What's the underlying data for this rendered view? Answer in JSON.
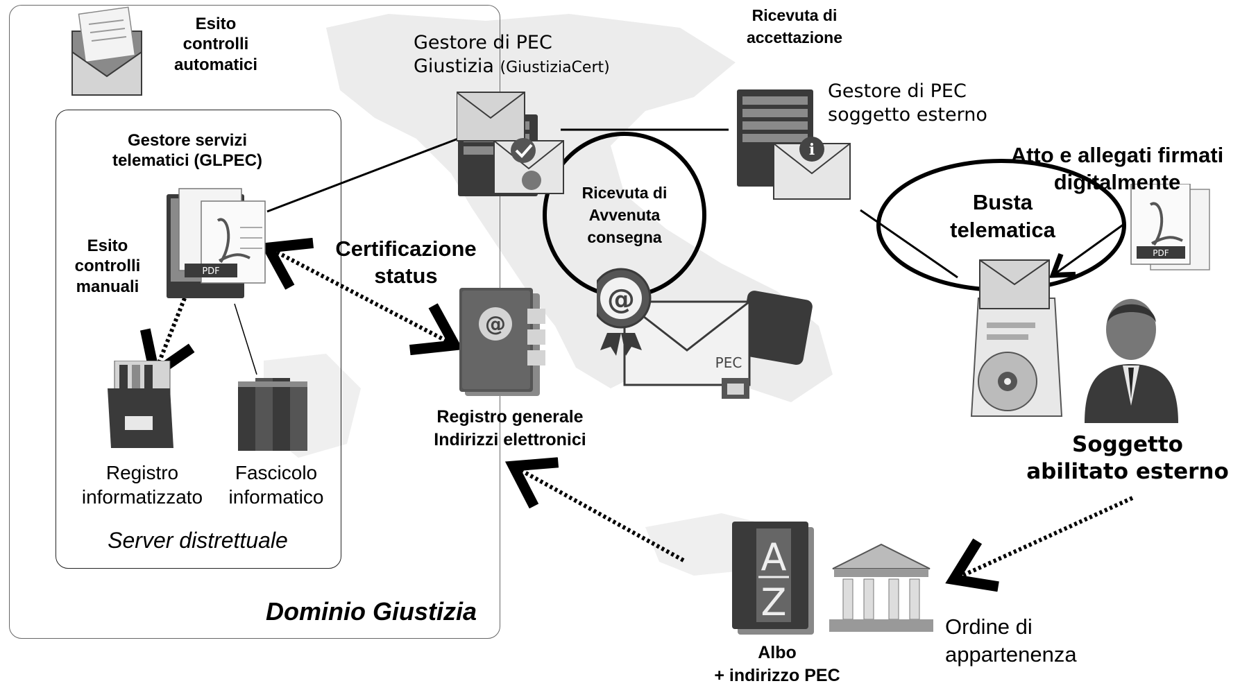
{
  "labels": {
    "esito_automatici": [
      "Esito",
      "controlli",
      "automatici"
    ],
    "gestore_servizi": [
      "Gestore servizi",
      "telematici (GLPEC)"
    ],
    "esito_manuali": [
      "Esito",
      "controlli",
      "manuali"
    ],
    "registro_informatizzato": [
      "Registro",
      "informatizzato"
    ],
    "fascicolo_informatico": [
      "Fascicolo",
      "informatico"
    ],
    "server_distrettuale": "Server distrettuale",
    "dominio_giustizia": "Dominio Giustizia",
    "gestore_pec_giustizia": [
      "Gestore di PEC",
      "Giustizia",
      "(GiustiziaCert)"
    ],
    "certificazione_status": [
      "Certificazione",
      "status"
    ],
    "registro_generale": [
      "Registro generale",
      "Indirizzi elettronici"
    ],
    "ricevuta_accettazione": [
      "Ricevuta di",
      "accettazione"
    ],
    "ricevuta_consegna": [
      "Ricevuta di",
      "Avvenuta",
      "consegna"
    ],
    "gestore_pec_esterno": [
      "Gestore di PEC",
      "soggetto esterno"
    ],
    "atto_allegati": [
      "Atto e allegati firmati",
      "digitalmente"
    ],
    "busta_telematica": [
      "Busta",
      "telematica"
    ],
    "soggetto_abilitato": [
      "Soggetto",
      "abilitato esterno"
    ],
    "albo": [
      "Albo",
      "+ indirizzo PEC"
    ],
    "ordine_appartenenza": [
      "Ordine di",
      "appartenenza"
    ]
  },
  "icon_text": {
    "pdf": "PDF",
    "pec": "PEC",
    "at": "@",
    "albo_top": "A",
    "albo_bottom": "Z"
  },
  "colors": {
    "map_gray": "#e6e6e6",
    "icon_dark": "#3a3a3a",
    "icon_mid": "#8a8a8a",
    "icon_light": "#d4d4d4"
  }
}
